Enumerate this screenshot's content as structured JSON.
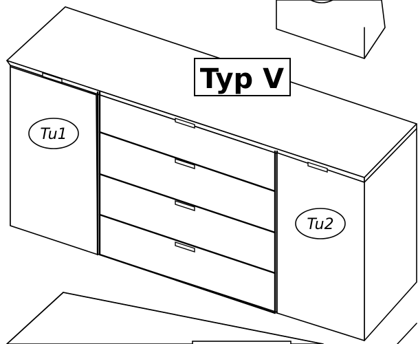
{
  "diagram": {
    "type_label": "Typ V",
    "door_labels": {
      "left": "Tu1",
      "right": "Tu2"
    }
  }
}
